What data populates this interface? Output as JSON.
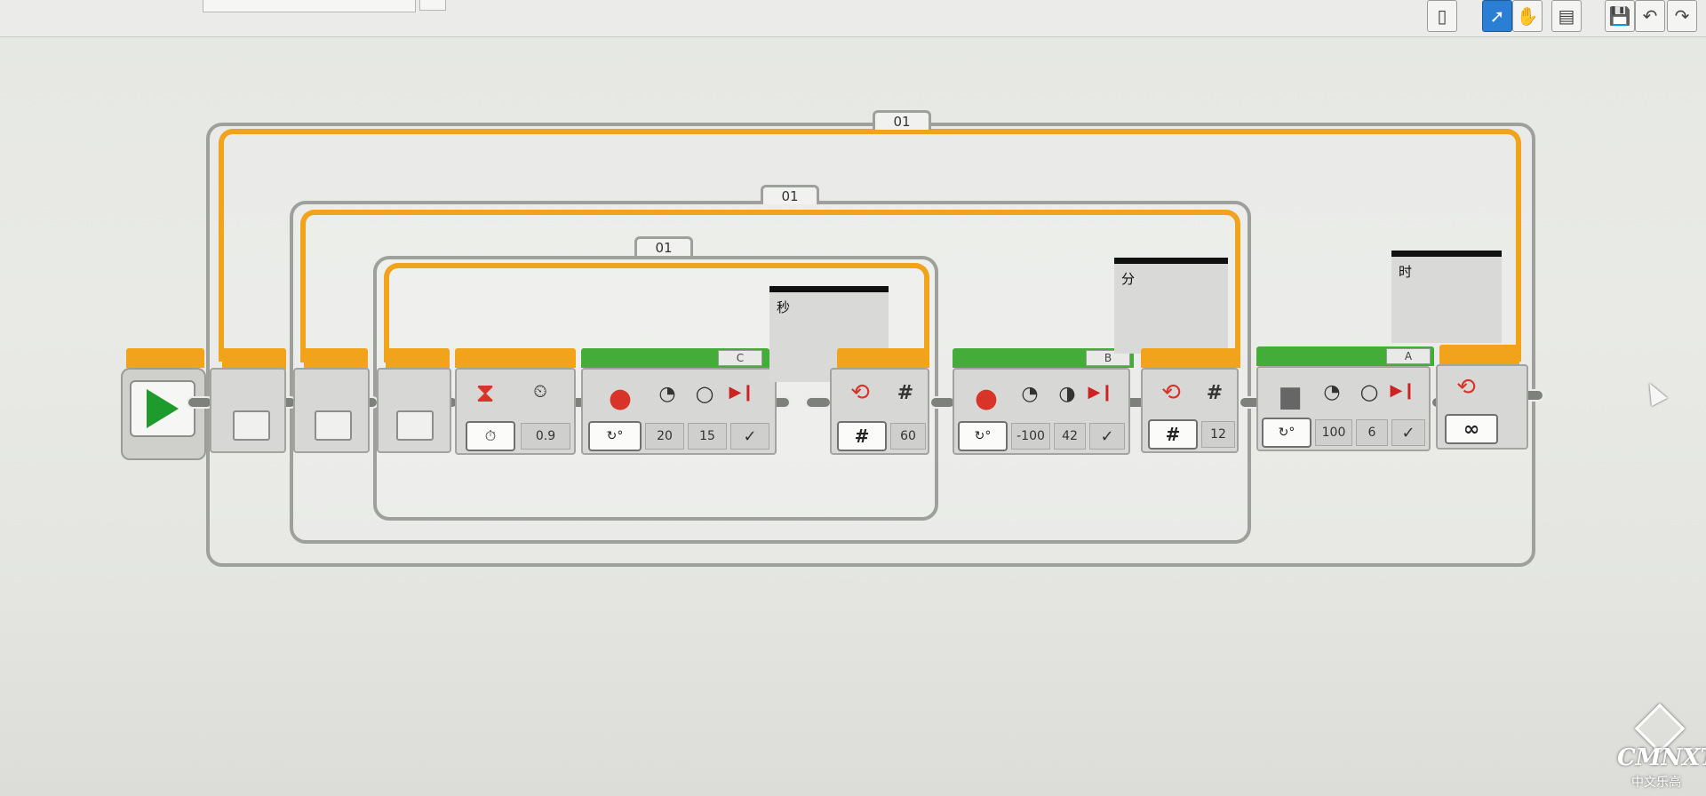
{
  "toolbar": {
    "icons": [
      "new-program-icon",
      "select-pointer-icon",
      "pan-hand-icon",
      "comment-icon",
      "save-icon",
      "undo-icon",
      "redo-icon"
    ]
  },
  "loops": [
    {
      "label": "01"
    },
    {
      "label": "01"
    },
    {
      "label": "01"
    }
  ],
  "wait_block": {
    "seconds": "0.9"
  },
  "motor_c": {
    "port": "C",
    "power": "20",
    "degrees": "15"
  },
  "display_seconds": {
    "text": "秒"
  },
  "loop_inner_end": {
    "count": "60"
  },
  "motor_b": {
    "port": "B",
    "power": "-100",
    "degrees": "42"
  },
  "display_minutes": {
    "text": "分"
  },
  "loop_middle_end": {
    "count": "12"
  },
  "motor_a": {
    "port": "A",
    "power": "100",
    "degrees": "6"
  },
  "display_hours": {
    "text": "时"
  },
  "loop_outer_end": {
    "mode": "∞"
  },
  "watermark": {
    "brand": "CMNXT",
    "subtitle": "中文乐高"
  },
  "colors": {
    "loop_orange": "#f2a31c",
    "motor_green": "#44ad3a",
    "start_green": "#1e9b2d",
    "selected_blue": "#2a7fd4"
  }
}
